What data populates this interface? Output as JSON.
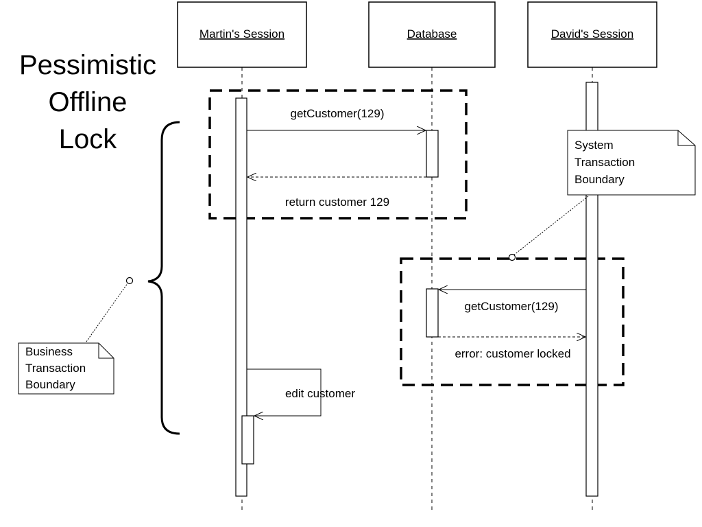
{
  "title_lines": [
    "Pessimistic",
    "Offline",
    "Lock"
  ],
  "participants": {
    "martin": "Martin's Session",
    "database": "Database",
    "david": "David's Session"
  },
  "messages": {
    "get_customer_1": "getCustomer(129)",
    "return_customer": "return customer 129",
    "get_customer_2": "getCustomer(129)",
    "error_locked": "error: customer locked",
    "edit_customer": "edit customer"
  },
  "notes": {
    "system_transaction": [
      "System",
      "Transaction",
      "Boundary"
    ],
    "business_transaction": [
      "Business",
      "Transaction",
      "Boundary"
    ]
  }
}
